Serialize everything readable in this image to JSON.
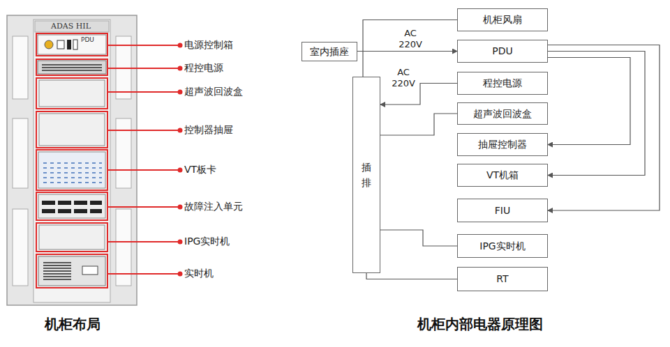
{
  "diagram": {
    "nodes": [
      {
        "text": [
          "室内插座"
        ]
      },
      {
        "text": [
          "插排"
        ]
      },
      {
        "text": [
          "机柜风扇"
        ]
      },
      {
        "text": [
          "PDU"
        ]
      },
      {
        "text": [
          "程控电源"
        ]
      },
      {
        "text": [
          "超声波回波盒"
        ]
      },
      {
        "text": [
          "抽屉控制器"
        ]
      },
      {
        "text": [
          "VT机箱"
        ]
      },
      {
        "text": [
          "FIU"
        ]
      },
      {
        "text": [
          "IPG实时机"
        ]
      },
      {
        "text": [
          "RT"
        ]
      }
    ],
    "edges": [
      {
        "from": 0,
        "to": 3,
        "arrow": "to",
        "label": "AC 220V"
      },
      {
        "from": 1,
        "to": 2,
        "arrow": "none"
      },
      {
        "from": 4,
        "to": 1,
        "arrow": "to",
        "label": "AC 220V"
      },
      {
        "from": 1,
        "to": 5,
        "arrow": "none"
      },
      {
        "from": 3,
        "to": 6,
        "arrow": "to"
      },
      {
        "from": 3,
        "to": 7,
        "arrow": "to"
      },
      {
        "from": 3,
        "to": 8,
        "arrow": "to"
      },
      {
        "from": 1,
        "to": 9,
        "arrow": "none"
      },
      {
        "from": 1,
        "to": 10,
        "arrow": "none"
      }
    ],
    "labels": [
      "ADAS HIL",
      "PDU",
      "电源控制箱",
      "程控电源",
      "超声波回波盒",
      "控制器抽屉",
      "VT板卡",
      "故障注入单元",
      "IPG实时机",
      "实时机",
      "机柜布局",
      "机柜内部电器原理图"
    ]
  }
}
